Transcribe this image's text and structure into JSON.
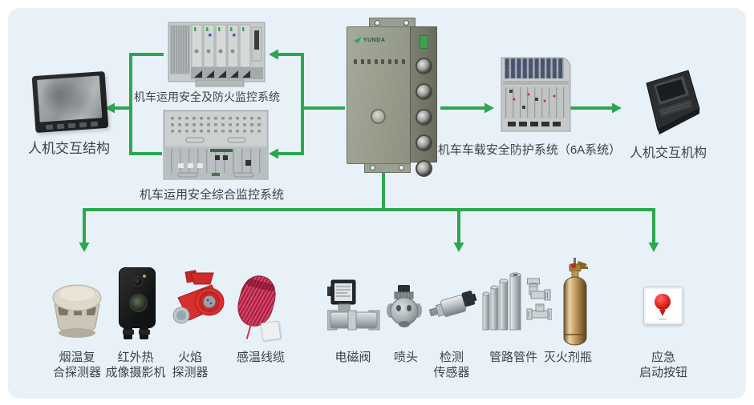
{
  "diagram": {
    "palette": {
      "panel_bg": "#e9f1f8",
      "arrow_green": "#2ba84e",
      "label_text": "#3f4245"
    },
    "top": {
      "hmi_left_label": "人机交互结构",
      "rack_fire_label": "机车运用安全及防火监控系统",
      "rack_comp_label": "机车运用安全综合监控系统",
      "unit_logo": "YUNDA",
      "rack_6a_label": "机车车载安全防护系统（6A系统）",
      "hmi_right_label": "人机交互机构"
    },
    "bottom": {
      "smoke_label": "烟温复\n合探测器",
      "camera_label": "红外热\n成像摄影机",
      "flame_label": "火焰\n探测器",
      "cable_label": "感温线缆",
      "valve_label": "电磁阀",
      "nozzle_label": "喷头",
      "sensor_label": "检测\n传感器",
      "pipes_label": "管路管件",
      "bottle_label": "灭火剂瓶",
      "button_label": "应急\n启动按钮"
    }
  }
}
